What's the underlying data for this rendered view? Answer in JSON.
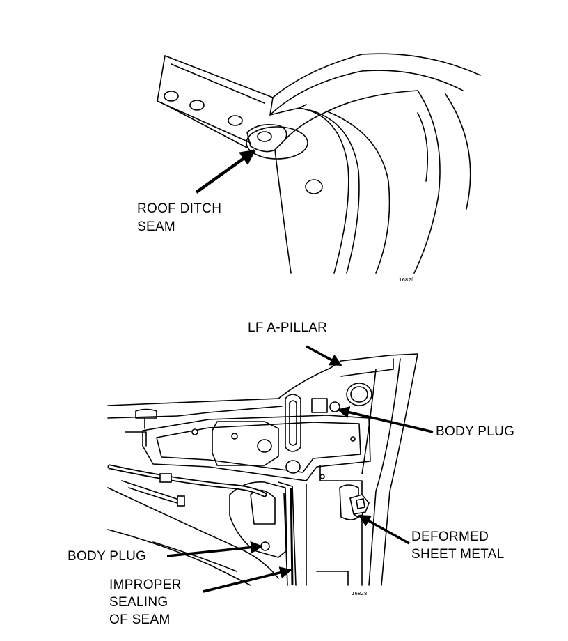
{
  "top_figure": {
    "callout_roof_ditch": [
      "ROOF DITCH",
      "SEAM"
    ],
    "figure_code": "1682f"
  },
  "bottom_figure": {
    "callout_a_pillar": "LF A-PILLAR",
    "callout_body_plug_right": "BODY PLUG",
    "callout_deformed": [
      "DEFORMED",
      "SHEET METAL"
    ],
    "callout_body_plug_left": "BODY PLUG",
    "callout_improper": [
      "IMPROPER",
      "SEALING",
      "OF SEAM"
    ],
    "figure_code": "16828"
  },
  "colors": {
    "ink": "#000000",
    "paper": "#ffffff"
  }
}
